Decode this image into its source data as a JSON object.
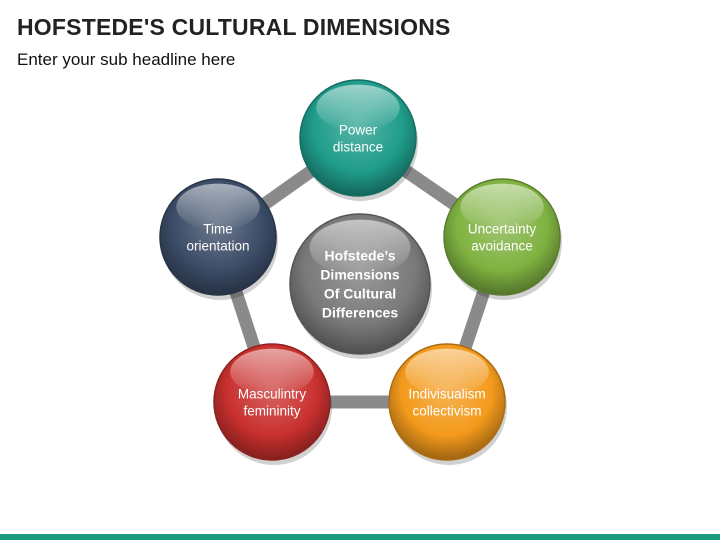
{
  "header": {
    "title": "HOFSTEDE'S CULTURAL DIMENSIONS",
    "subtitle": "Enter your sub headline here"
  },
  "diagram": {
    "center": {
      "lines": [
        "Hofstede’s",
        "Dimensions",
        "Of Cultural",
        "Differences"
      ],
      "color": "#7a7a7a"
    },
    "nodes": [
      {
        "id": "power-distance",
        "lines": [
          "Power",
          "distance"
        ],
        "color": "#1f9c8a"
      },
      {
        "id": "uncertainty-avoidance",
        "lines": [
          "Uncertainty",
          "avoidance"
        ],
        "color": "#7fb241"
      },
      {
        "id": "indivisualism-collectivism",
        "lines": [
          "Indivisualism",
          "collectivism"
        ],
        "color": "#f39a1c"
      },
      {
        "id": "masculintry-femininity",
        "lines": [
          "Masculintry",
          "femininity"
        ],
        "color": "#c8302e"
      },
      {
        "id": "time-orientation",
        "lines": [
          "Time",
          "orientation"
        ],
        "color": "#3b4c67"
      }
    ],
    "ring_color": "#8a8a8a",
    "accent_bar_color": "#1a9a7c"
  }
}
